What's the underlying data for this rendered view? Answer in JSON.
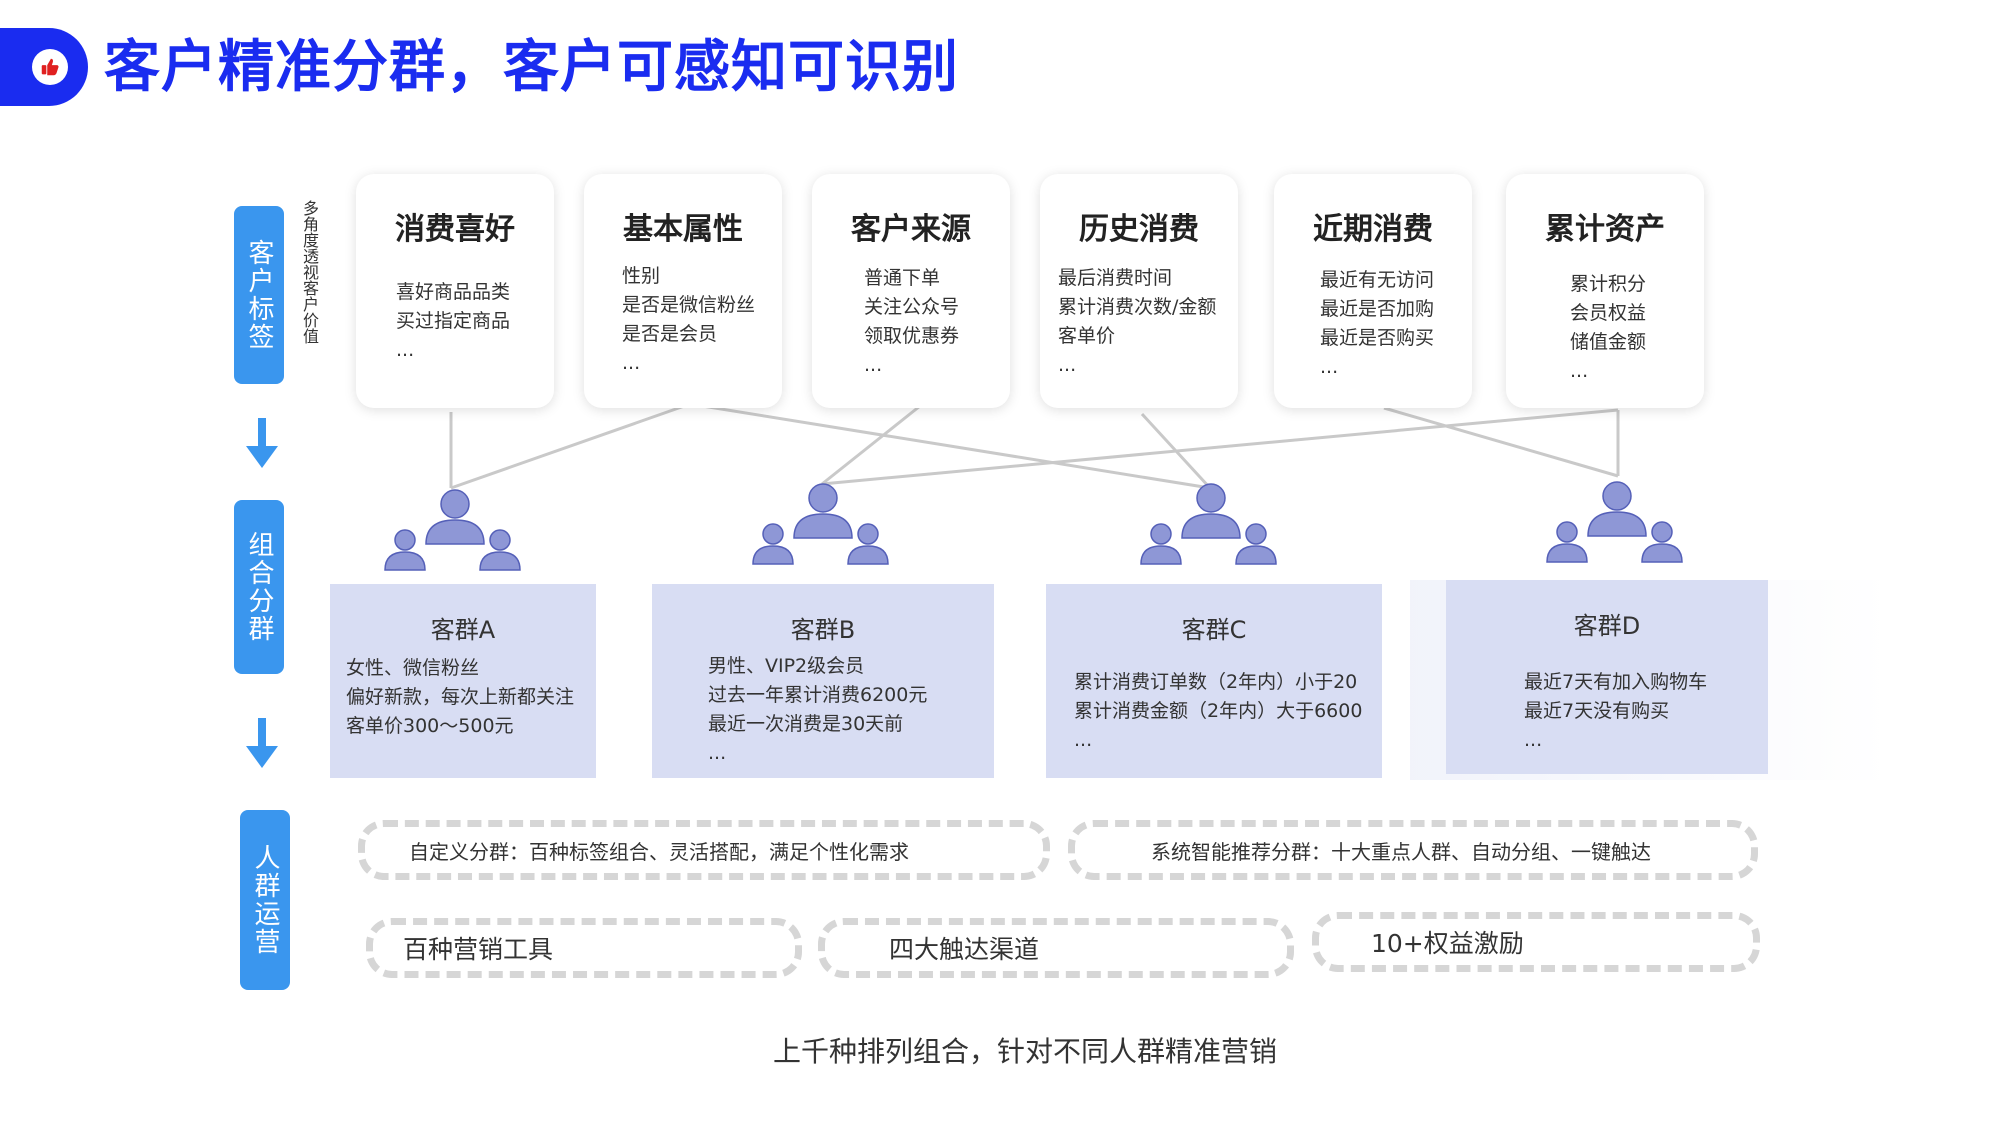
{
  "title": "客户精准分群，客户可感知可识别",
  "side": {
    "tags_label": "客户标签",
    "tags_sub": "多角度透视客户价值",
    "group_label": "组合分群",
    "ops_label": "人群运营"
  },
  "tags": [
    {
      "title": "消费喜好",
      "items": [
        "喜好商品品类",
        "买过指定商品",
        "..."
      ]
    },
    {
      "title": "基本属性",
      "items": [
        "性别",
        "是否是微信粉丝",
        "是否是会员",
        "..."
      ]
    },
    {
      "title": "客户来源",
      "items": [
        "普通下单",
        "关注公众号",
        "领取优惠券",
        "..."
      ]
    },
    {
      "title": "历史消费",
      "items": [
        "最后消费时间",
        "累计消费次数/金额",
        "客单价",
        "..."
      ]
    },
    {
      "title": "近期消费",
      "items": [
        "最近有无访问",
        "最近是否加购",
        "最近是否购买",
        "..."
      ]
    },
    {
      "title": "累计资产",
      "items": [
        "累计积分",
        "会员权益",
        "储值金额",
        "..."
      ]
    }
  ],
  "groups": [
    {
      "title": "客群A",
      "items": [
        "女性、微信粉丝",
        "偏好新款，每次上新都关注",
        "客单价300～500元"
      ]
    },
    {
      "title": "客群B",
      "items": [
        "男性、VIP2级会员",
        "过去一年累计消费6200元",
        "最近一次消费是30天前",
        "..."
      ]
    },
    {
      "title": "客群C",
      "items": [
        "累计消费订单数（2年内）小于20",
        "累计消费金额（2年内）大于6600",
        "..."
      ]
    },
    {
      "title": "客群D",
      "items": [
        "最近7天有加入购物车",
        "最近7天没有购买",
        "..."
      ]
    }
  ],
  "ops": {
    "custom": "自定义分群：百种标签组合、灵活搭配，满足个性化需求",
    "smart": "系统智能推荐分群：十大重点人群、自动分组、一键触达",
    "tools": "百种营销工具",
    "channels": "四大触达渠道",
    "benefits": "10+权益激励"
  },
  "footer": "上千种排列组合，针对不同人群精准营销",
  "colors": {
    "title_blue": "#1a2cf0",
    "side_blue": "#3a96ee",
    "group_fill": "#d8ddf3",
    "person": "#8e97d6"
  },
  "icons": {
    "logo": "thumbs-up-icon",
    "arrow": "arrow-down-icon",
    "people": "user-group-icon"
  }
}
